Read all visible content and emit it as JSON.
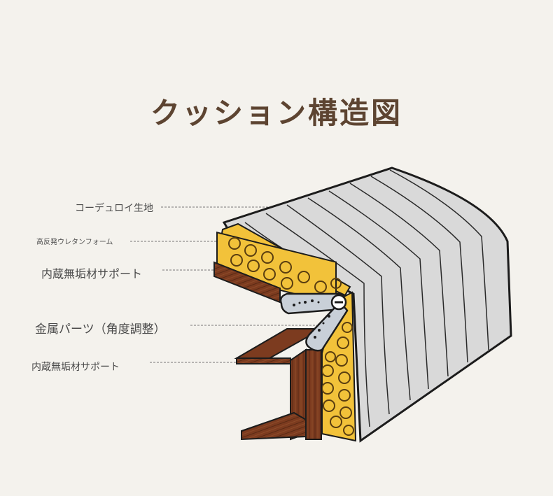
{
  "title": "クッション構造図",
  "labels": {
    "fabric": "コーデュロイ生地",
    "urethane": "高反発ウレタンフォーム",
    "support_top": "内蔵無垢材サポート",
    "metal_parts": "金属パーツ（角度調整）",
    "support_bottom": "内蔵無垢材サポート"
  },
  "colors": {
    "background": "#f4f2ed",
    "title": "#5d4431",
    "fabric": "#d9d9d9",
    "foam": "#f2c23a",
    "wood": "#7a3a1e",
    "metal": "#c9d0d8",
    "outline": "#1c1c1c"
  }
}
